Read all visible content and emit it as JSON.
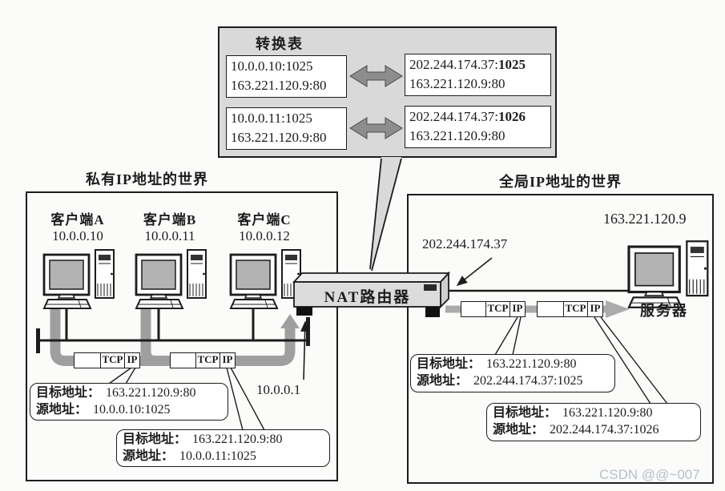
{
  "translation_table": {
    "title": "转换表",
    "rows": [
      {
        "private_line1": "10.0.0.10:1025",
        "private_line2": "163.221.120.9:80",
        "global_line1_prefix": "202.244.174.37:",
        "global_line1_port": "1025",
        "global_line2": "163.221.120.9:80"
      },
      {
        "private_line1": "10.0.0.11:1025",
        "private_line2": "163.221.120.9:80",
        "global_line1_prefix": "202.244.174.37:",
        "global_line1_port": "1026",
        "global_line2": "163.221.120.9:80"
      }
    ]
  },
  "private_world": {
    "title": "私有IP地址的世界",
    "clients": [
      {
        "name": "客户端A",
        "ip": "10.0.0.10"
      },
      {
        "name": "客户端B",
        "ip": "10.0.0.11"
      },
      {
        "name": "客户端C",
        "ip": "10.0.0.12"
      }
    ],
    "router_private_ip": "10.0.0.1",
    "callouts": [
      {
        "dest_label": "目标地址：",
        "dest": "163.221.120.9:80",
        "src_label": "源地址：",
        "src": "10.0.0.10:1025"
      },
      {
        "dest_label": "目标地址：",
        "dest": "163.221.120.9:80",
        "src_label": "源地址：",
        "src": "10.0.0.11:1025"
      }
    ]
  },
  "global_world": {
    "title": "全局IP地址的世界",
    "router_global_ip": "202.244.174.37",
    "server": {
      "name": "服务器",
      "ip": "163.221.120.9"
    },
    "callouts": [
      {
        "dest_label": "目标地址：",
        "dest": "163.221.120.9:80",
        "src_label": "源地址：",
        "src": "202.244.174.37:1025"
      },
      {
        "dest_label": "目标地址：",
        "dest": "163.221.120.9:80",
        "src_label": "源地址：",
        "src": "202.244.174.37:1026"
      }
    ]
  },
  "router": {
    "label": "NAT路由器"
  },
  "packet": {
    "tcp": "TCP",
    "ip": "IP"
  },
  "watermark": "CSDN @@~007",
  "colors": {
    "ink": "#1c1c1c",
    "table_bg": "#d9d9d9",
    "flow_gray": "#9f9f9f",
    "arrow_gray": "#8d8d8d"
  }
}
